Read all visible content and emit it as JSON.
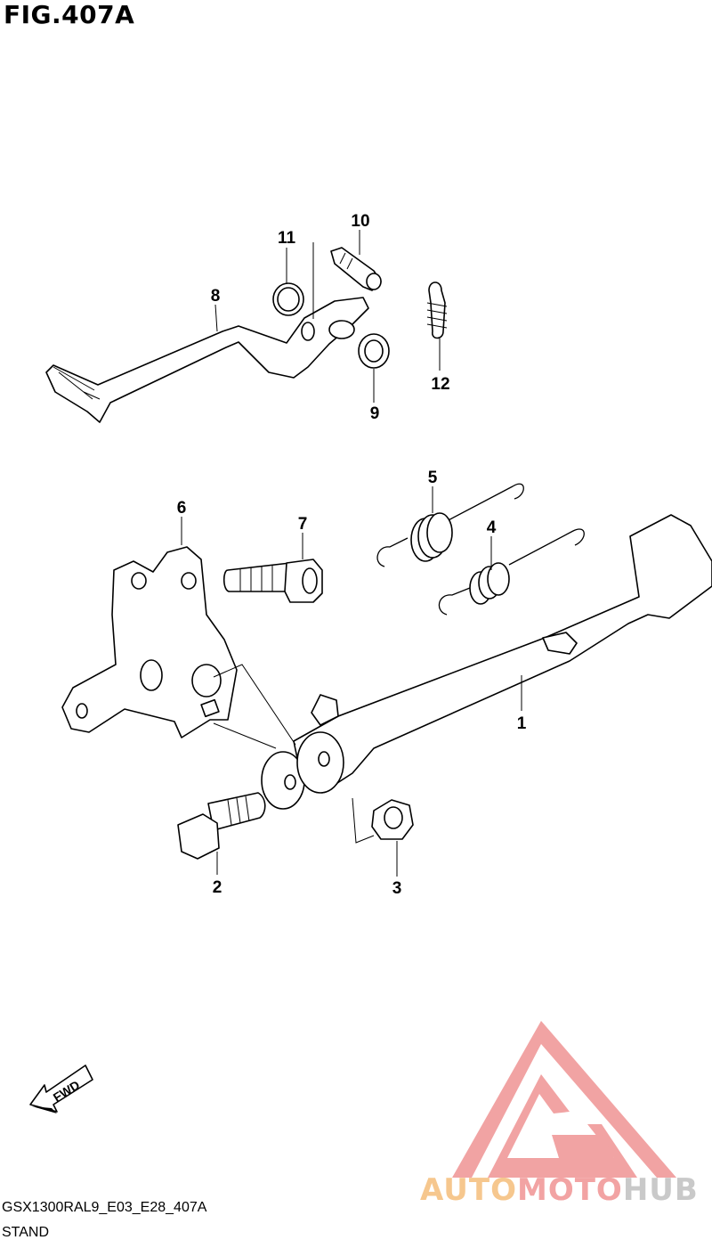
{
  "figure": {
    "title": "FIG.407A"
  },
  "callouts": [
    {
      "id": "1",
      "label": "1"
    },
    {
      "id": "2",
      "label": "2"
    },
    {
      "id": "3",
      "label": "3"
    },
    {
      "id": "4",
      "label": "4"
    },
    {
      "id": "5",
      "label": "5"
    },
    {
      "id": "6",
      "label": "6"
    },
    {
      "id": "7",
      "label": "7"
    },
    {
      "id": "8",
      "label": "8"
    },
    {
      "id": "9",
      "label": "9"
    },
    {
      "id": "10",
      "label": "10"
    },
    {
      "id": "11",
      "label": "11"
    },
    {
      "id": "12",
      "label": "12"
    }
  ],
  "direction_arrow": {
    "label": "FWD"
  },
  "footer": {
    "model_code": "GSX1300RAL9_E03_E28_407A",
    "section_name": "STAND"
  },
  "watermark": {
    "part1": "AUTO",
    "part2": "MOTO",
    "part3": "HUB",
    "colors": {
      "auto": "#f6c78e",
      "moto": "#f2a3a3",
      "hub": "#c9c9c9",
      "logo": "#f09a9a"
    }
  }
}
